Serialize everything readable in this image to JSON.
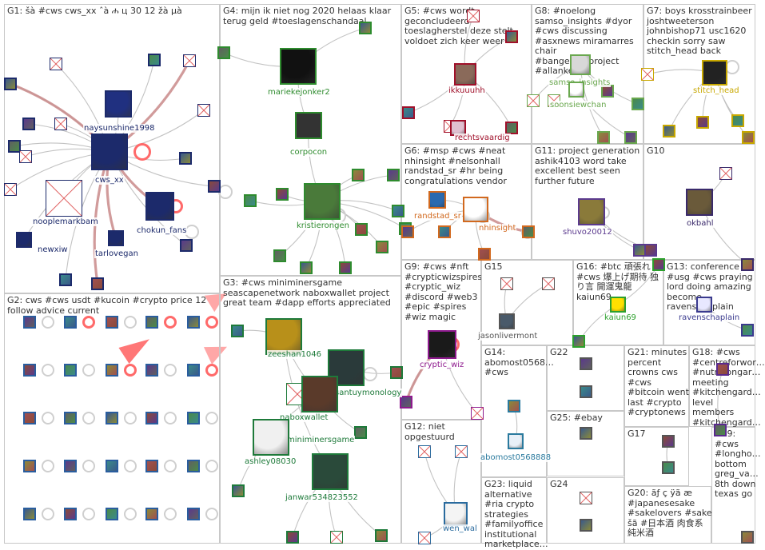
{
  "graph": {
    "groups": [
      {
        "id": "G1",
        "title": "G1: šà #cws cws_xx ˆà ሐ ц 30 12 žà µà"
      },
      {
        "id": "G4",
        "title": "G4: mijn ik niet nog 2020 helaas klaar terug geld #toeslagenschandaal"
      },
      {
        "id": "G5",
        "title": "G5: #cws wordt geconcludeerd toeslagherstel deze stelt voldoet zich keer weer"
      },
      {
        "id": "G8",
        "title": "G8: #noelong samso_insights #dyor #cws discussing #asxnews miramarres chair #bangemallproject #allankelly"
      },
      {
        "id": "G7",
        "title": "G7: boys krosstrainbeer joshtweeterson johnbishop71 usc1620 checkin sorry saw stitch_head back"
      },
      {
        "id": "G6",
        "title": "G6: #msp #cws #neat nhinsight #nelsonhall randstad_sr #hr being congratulations vendor"
      },
      {
        "id": "G11",
        "title": "G11: project generation ashik4103 word take excellent best seen further future"
      },
      {
        "id": "G10",
        "title": "G10"
      },
      {
        "id": "G2",
        "title": "G2: cws #cws usdt #kucoin #crypto price 12 follow advice current"
      },
      {
        "id": "G3",
        "title": "G3: #cws miniminersgame seascapenetwork naboxwallet project great team #dapp efforts appreciated"
      },
      {
        "id": "G9",
        "title": "G9: #cws #nft #crypticwizspires #cryptic_wiz #discord #web3 #epic #spires #wiz magic"
      },
      {
        "id": "G15",
        "title": "G15"
      },
      {
        "id": "G16",
        "title": "G16: #btc 頑張れ #cws 爆上げ期待 独り言 開運鬼龍 kaiun69"
      },
      {
        "id": "G13",
        "title": "G13: conference go #usg #cws praying lord doing amazing become ravenschaplain"
      },
      {
        "id": "G14",
        "title": "G14: abomost0568… #cws"
      },
      {
        "id": "G22",
        "title": "G22"
      },
      {
        "id": "G21",
        "title": "G21: minutes percent crowns cws #cws #bitcoin went last #crypto #cryptonews"
      },
      {
        "id": "G18",
        "title": "G18: #cws #centreforwor… #nutritiongar… meeting #kitchengard… level members #kitchengard…"
      },
      {
        "id": "G25",
        "title": "G25: #ebay"
      },
      {
        "id": "G17",
        "title": "G17"
      },
      {
        "id": "G19",
        "title": "G19: #cws #longho… bottom greg_va… 8th down texas go"
      },
      {
        "id": "G12",
        "title": "G12: niet opgestuurd"
      },
      {
        "id": "G23",
        "title": "G23: liquid alternative #ria crypto strategies #familyoffice institutional marketplace…"
      },
      {
        "id": "G24",
        "title": "G24"
      },
      {
        "id": "G20",
        "title": "G20: ãƒ ç ÿã æ #japanesesake #sakelovers #sake šã #日本酒 肉食系 純米酒"
      }
    ],
    "labels": {
      "naysunshine1998": "naysunshine1998",
      "cws_xx": "cws_xx",
      "nooplemarkbam": "nooplemarkbam",
      "chokun_fans": "chokun_fans",
      "newxiw": "newxiw",
      "tarlovegan": "tarlovegan",
      "mariekejonker2": "mariekejonker2",
      "corpocon": "corpocon",
      "kristierongen": "kristierongen",
      "ikkuuuhh": "ikkuuuhh",
      "rechtsvaardig": "rechtsvaardig",
      "samso_insights": "samso_insights",
      "soonsiewchan": "soonsiewchan",
      "stitch_head": "stitch_head",
      "randstad_sr": "randstad_sr",
      "nhinsight": "nhinsight",
      "shuvo20012": "shuvo20012",
      "okbahl": "okbahl",
      "kaiun69": "kaiun69",
      "ravenschaplain": "ravenschaplain",
      "zeeshan1046": "zeeshan1046",
      "santuymonology": "santuymonology",
      "naboxwallet": "naboxwallet",
      "miniminersgame": "miniminersgame",
      "ashley08030": "ashley08030",
      "janwar534823552": "janwar534823552",
      "cryptic_wiz": "cryptic_wiz",
      "jasonlivermont": "jasonlivermont",
      "abomost0568888": "abomost0568888",
      "wen_wal": "wen_wal"
    },
    "colors": {
      "background": "#ffffff",
      "panel_border": "#c8c8c8",
      "edge": "#bdbdbd",
      "edge_strong": "#c98a8a",
      "title_text": "#333333",
      "G1": "#1c2a6b",
      "G2": "#2a5d9e",
      "G3": "#1e7a3a",
      "G4": "#2e8b2e",
      "G5": "#a0102a",
      "G6": "#d2691e",
      "G7": "#c8a800",
      "G8": "#6aa84f",
      "G9": "#8e1a8e",
      "G10": "#3a2a6b",
      "G11": "#5b3a8e",
      "G13": "#3a3a8e",
      "G14": "#2a7a9e",
      "G16": "#2ca02c",
      "G18": "#5a2a8e",
      "G12": "#2a6b9e"
    }
  }
}
